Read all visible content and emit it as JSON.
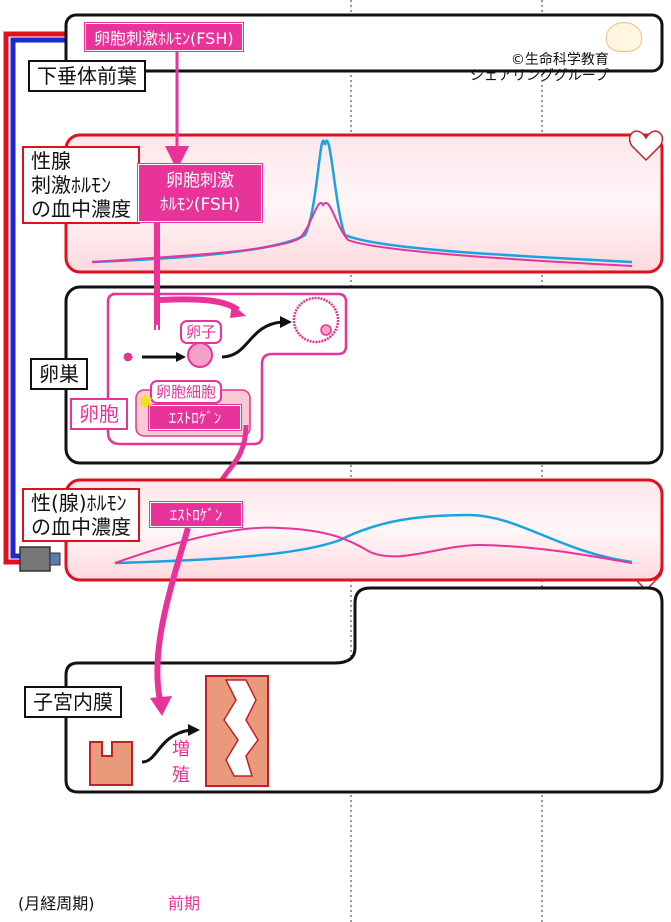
{
  "credit": "©生命科学教育\nシェアリンググループ",
  "labels": {
    "pituitary": "下垂体前葉",
    "gonadotropin": "性腺\n刺激ﾎﾙﾓﾝ\nの血中濃度",
    "ovary": "卵巣",
    "follicle": "卵胞",
    "sex_hormone": "性(腺)ﾎﾙﾓﾝ\nの血中濃度",
    "endometrium": "子宮内膜"
  },
  "tags": {
    "fsh_top": "卵胞刺激ﾎﾙﾓﾝ(FSH)",
    "fsh_mid": "卵胞刺激\nﾎﾙﾓﾝ(FSH)",
    "estrogen_ovary": "ｴｽﾄﾛｹﾞﾝ",
    "estrogen_blood": "ｴｽﾄﾛｹﾞﾝ"
  },
  "small_labels": {
    "egg": "卵子",
    "follicle_cell": "卵胞細胞"
  },
  "proliferation": "増\n殖",
  "footer": {
    "cycle": "(月経周期)",
    "phase": "前期"
  },
  "colors": {
    "pink": "#e8339a",
    "red": "#e0101e",
    "blue": "#1aa3e0",
    "tissue": "#e89a7a"
  }
}
